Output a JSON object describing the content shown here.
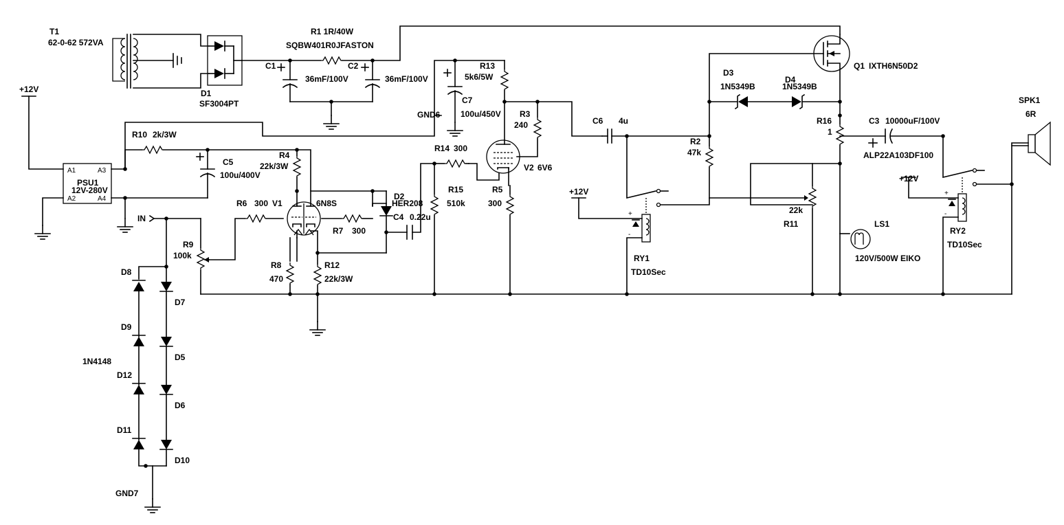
{
  "title": "",
  "components": {
    "t1": {
      "ref": "T1",
      "value": "62-0-62 572VA"
    },
    "d1": {
      "ref": "D1",
      "value": "SF3004PT"
    },
    "r1": {
      "ref": "R1 1R/40W",
      "value": "SQBW401R0JFASTON"
    },
    "c1": {
      "ref": "C1",
      "value": "36mF/100V"
    },
    "c2": {
      "ref": "C2",
      "value": "36mF/100V"
    },
    "r13": {
      "ref": "R13",
      "value": "5k6/5W"
    },
    "c7": {
      "ref": "C7",
      "value": "100u/450V"
    },
    "gnd6": {
      "ref": "GND6"
    },
    "r3": {
      "ref": "R3",
      "value": "240"
    },
    "q1": {
      "ref": "Q1",
      "value": "IXTH6N50D2"
    },
    "d3": {
      "ref": "D3",
      "value": "1N5349B"
    },
    "d4": {
      "ref": "D4",
      "value": "1N5349B"
    },
    "r16": {
      "ref": "R16",
      "value": "1"
    },
    "c3": {
      "ref": "C3",
      "value": "10000uF/100V",
      "part": "ALP22A103DF100"
    },
    "spk1": {
      "ref": "SPK1",
      "value": "6R"
    },
    "psu1": {
      "ref": "PSU1",
      "value": "12V-280V",
      "pins": [
        "A1",
        "A3",
        "A2",
        "A4"
      ]
    },
    "r10": {
      "ref": "R10",
      "value": "2k/3W"
    },
    "c5": {
      "ref": "C5",
      "value": "100u/400V"
    },
    "r4": {
      "ref": "R4",
      "value": "22k/3W"
    },
    "r6": {
      "ref": "R6",
      "value": "300"
    },
    "v1": {
      "ref": "V1",
      "value": "6N8S"
    },
    "r7": {
      "ref": "R7",
      "value": "300"
    },
    "d2": {
      "ref": "D2",
      "value": "HER208"
    },
    "c4": {
      "ref": "C4",
      "value": "0.22u"
    },
    "r14": {
      "ref": "R14",
      "value": "300"
    },
    "r15": {
      "ref": "R15",
      "value": "510k"
    },
    "v2": {
      "ref": "V2",
      "value": "6V6"
    },
    "r5": {
      "ref": "R5",
      "value": "300"
    },
    "c6": {
      "ref": "C6",
      "value": "4u"
    },
    "r2": {
      "ref": "R2",
      "value": "47k"
    },
    "r11": {
      "ref": "R11",
      "value": "22k"
    },
    "ls1": {
      "ref": "LS1",
      "value": "120V/500W EIKO"
    },
    "ry1": {
      "ref": "RY1",
      "value": "TD10Sec"
    },
    "ry2": {
      "ref": "RY2",
      "value": "TD10Sec"
    },
    "r9": {
      "ref": "R9",
      "value": "100k"
    },
    "r8": {
      "ref": "R8",
      "value": "470"
    },
    "r12": {
      "ref": "R12",
      "value": "22k/3W"
    },
    "diodes": {
      "d8": "D8",
      "d7": "D7",
      "d9": "D9",
      "d5": "D5",
      "d12": "D12",
      "d6": "D6",
      "d11": "D11",
      "d10": "D10",
      "part": "1N4148"
    },
    "gnd7": {
      "ref": "GND7"
    }
  },
  "nets": {
    "plus12_a": "+12V",
    "plus12_b": "+12V",
    "plus12_c": "+12V",
    "input": "IN"
  },
  "relay_pins": {
    "plus": "+",
    "minus": "-"
  }
}
